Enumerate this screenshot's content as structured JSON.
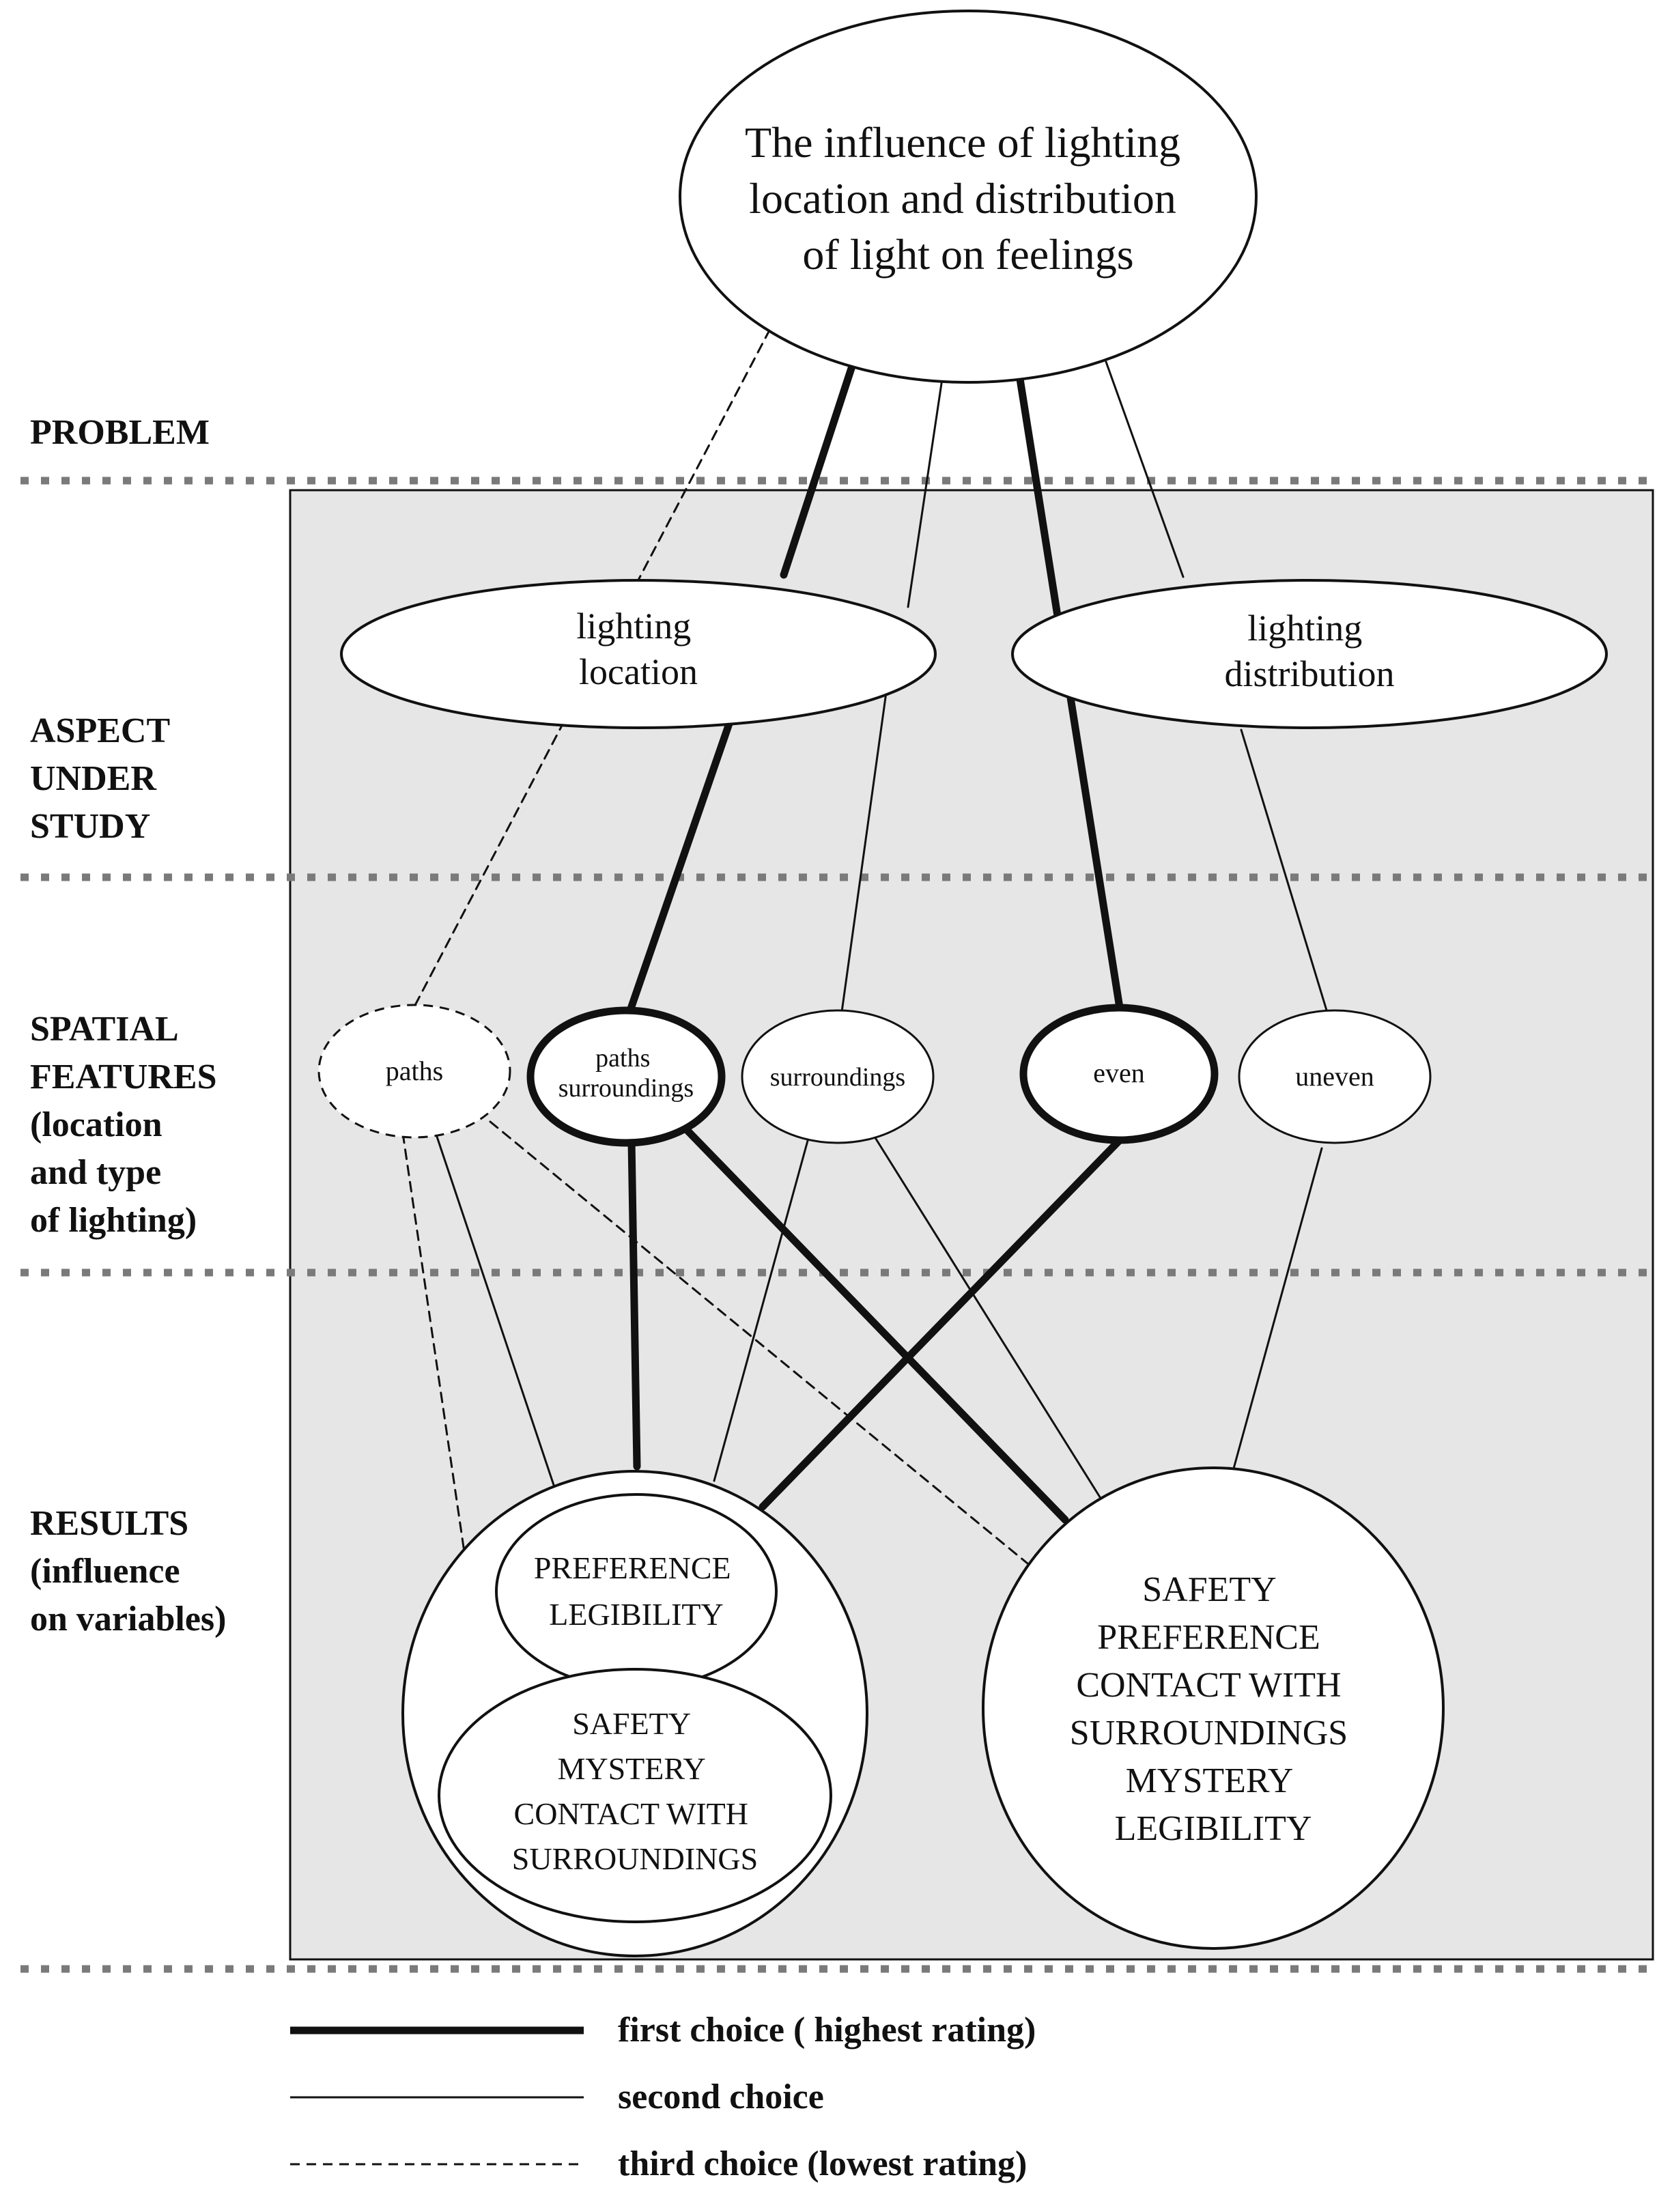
{
  "problem": {
    "lines": [
      "The influence of lighting",
      "location and distribution",
      "of light on feelings"
    ]
  },
  "sections": {
    "problem": [
      "PROBLEM"
    ],
    "aspect": [
      "ASPECT",
      "UNDER",
      "STUDY"
    ],
    "spatial": [
      "SPATIAL",
      "FEATURES",
      "(location",
      "and type",
      "of lighting)"
    ],
    "results": [
      "RESULTS",
      "(influence",
      "on variables)"
    ]
  },
  "aspects": {
    "location": [
      "lighting",
      "location"
    ],
    "distribution": [
      "lighting",
      "distribution"
    ]
  },
  "features": {
    "paths": [
      "paths"
    ],
    "paths_surroundings": [
      "paths",
      "surroundings"
    ],
    "surroundings": [
      "surroundings"
    ],
    "even": [
      "even"
    ],
    "uneven": [
      "uneven"
    ]
  },
  "results": {
    "left_top": [
      "PREFERENCE",
      "LEGIBILITY"
    ],
    "left_bottom": [
      "SAFETY",
      "MYSTERY",
      "CONTACT WITH",
      "SURROUNDINGS"
    ],
    "right": [
      "SAFETY",
      "PREFERENCE",
      "CONTACT WITH",
      "SURROUNDINGS",
      "MYSTERY",
      "LEGIBILITY"
    ]
  },
  "legend": {
    "first": "first choice ( highest rating)",
    "second": "second choice",
    "third": "third choice (lowest rating)"
  },
  "colors": {
    "panel": "#e6e6e6",
    "stroke": "#111111",
    "separator": "#7a7a7a"
  }
}
